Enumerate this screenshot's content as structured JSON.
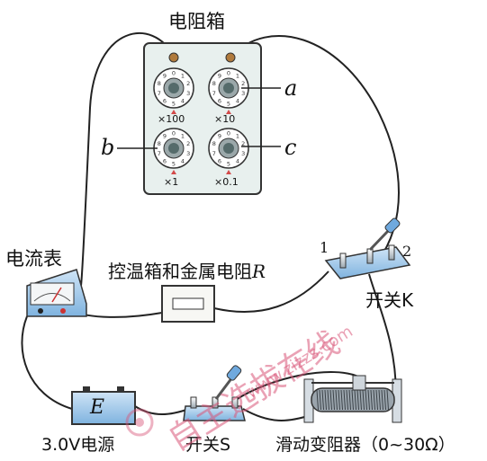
{
  "title": "电阻箱",
  "dial_labels": [
    "×100",
    "×10",
    "×1",
    "×0.1"
  ],
  "dial_digits": [
    "0",
    "1",
    "2",
    "3",
    "4",
    "5",
    "6",
    "7",
    "8",
    "9"
  ],
  "callouts": {
    "a": "a",
    "b": "b",
    "c": "c"
  },
  "ammeter": {
    "label": "电流表",
    "terminal_minus": "−",
    "terminal_plus": "+"
  },
  "oven": {
    "label": "控温箱和金属电阻",
    "symbol": "R"
  },
  "switch_k": {
    "label": "开关K",
    "terminal_1": "1",
    "terminal_2": "2"
  },
  "battery": {
    "label": "3.0V电源",
    "symbol": "E"
  },
  "switch_s": {
    "label": "开关S"
  },
  "rheostat": {
    "label": "滑动变阻器（0~30Ω）"
  },
  "watermark": {
    "text": "自主选拔在线",
    "url": "www.zizzs.com"
  },
  "colors": {
    "wire": "#222222",
    "box_fill": "#e8f0ee",
    "box_stroke": "#333333",
    "dial_fill": "#9ba8aa",
    "knob_fill": "#556b6b",
    "accent_blue": "#6fa9de",
    "copper": "#b07a3c",
    "watermark": "#d9577a"
  }
}
